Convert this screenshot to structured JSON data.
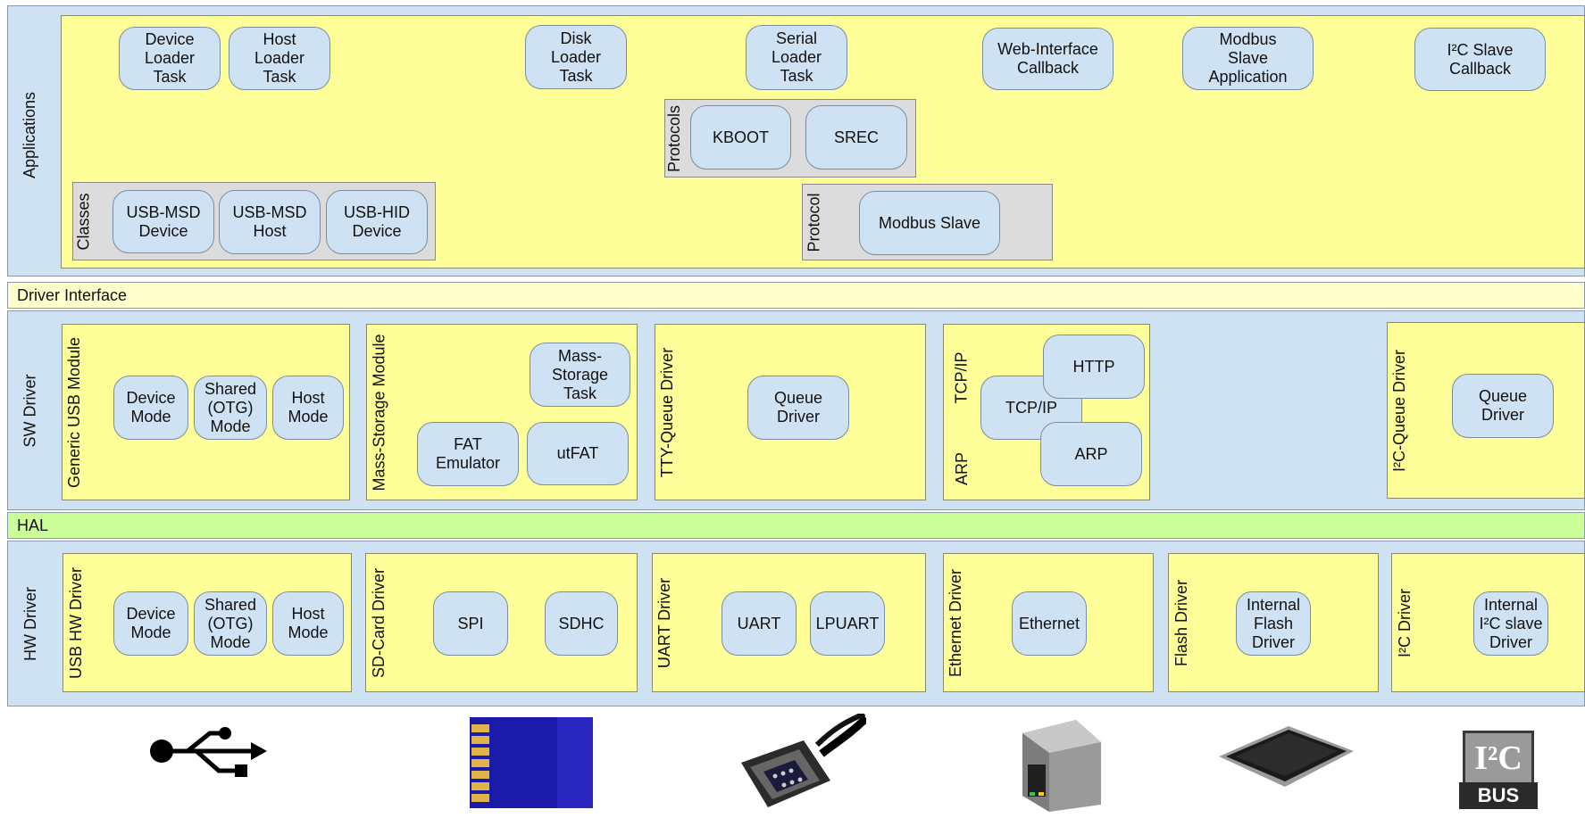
{
  "layers": {
    "applications": "Applications",
    "driver_interface": "Driver Interface",
    "sw_driver": "SW Driver",
    "hal": "HAL",
    "hw_driver": "HW Driver"
  },
  "applications": {
    "tasks": {
      "device_loader": "Device\nLoader\nTask",
      "host_loader": "Host\nLoader\nTask",
      "disk_loader": "Disk\nLoader\nTask",
      "serial_loader": "Serial\nLoader\nTask",
      "web_interface": "Web-Interface\nCallback",
      "modbus_app": "Modbus\nSlave\nApplication",
      "i2c_callback": "I²C Slave\nCallback"
    },
    "protocols_group": {
      "label": "Protocols",
      "kboot": "KBOOT",
      "srec": "SREC"
    },
    "classes_group": {
      "label": "Classes",
      "usb_msd_device": "USB-MSD\nDevice",
      "usb_msd_host": "USB-MSD\nHost",
      "usb_hid_device": "USB-HID\nDevice"
    },
    "protocol_group": {
      "label": "Protocol",
      "modbus_slave": "Modbus Slave"
    }
  },
  "sw_driver": {
    "generic_usb": {
      "label": "Generic USB Module",
      "device_mode": "Device\nMode",
      "shared_otg": "Shared\n(OTG)\nMode",
      "host_mode": "Host\nMode"
    },
    "mass_storage": {
      "label": "Mass-Storage Module",
      "task": "Mass-\nStorage\nTask",
      "fat_emulator": "FAT\nEmulator",
      "utfat": "utFAT"
    },
    "tty_queue": {
      "label": "TTY-Queue Driver",
      "queue_driver": "Queue\nDriver"
    },
    "tcpip": {
      "label_tcpip": "TCP/IP",
      "label_arp": "ARP",
      "http": "HTTP",
      "tcpip": "TCP/IP",
      "arp": "ARP"
    },
    "i2c_queue": {
      "label": "I²C-Queue Driver",
      "queue_driver": "Queue\nDriver"
    }
  },
  "hw_driver": {
    "usb_hw": {
      "label": "USB HW Driver",
      "device_mode": "Device\nMode",
      "shared_otg": "Shared\n(OTG)\nMode",
      "host_mode": "Host\nMode"
    },
    "sd_card": {
      "label": "SD-Card Driver",
      "spi": "SPI",
      "sdhc": "SDHC"
    },
    "uart": {
      "label": "UART Driver",
      "uart": "UART",
      "lpuart": "LPUART"
    },
    "ethernet": {
      "label": "Ethernet Driver",
      "ethernet": "Ethernet"
    },
    "flash": {
      "label": "Flash Driver",
      "internal_flash": "Internal\nFlash\nDriver"
    },
    "i2c": {
      "label": "I²C Driver",
      "internal_i2c": "Internal\nI²C slave\nDriver"
    }
  },
  "icons": {
    "usb": "usb-icon",
    "sd_card": "sd-card-icon",
    "serial": "serial-connector-icon",
    "ethernet": "ethernet-jack-icon",
    "chip": "microcontroller-chip-icon",
    "i2c_bus": "i2c-bus-logo-icon",
    "i2c_bus_text": "BUS",
    "i2c_bus_mark": "I²C"
  },
  "colors": {
    "layer_blue": "#cfe2f3",
    "module_yellow": "#ffff99",
    "driver_interface": "#ffffcc",
    "hal_green": "#ccff99",
    "group_gray": "#dcdcdc"
  }
}
